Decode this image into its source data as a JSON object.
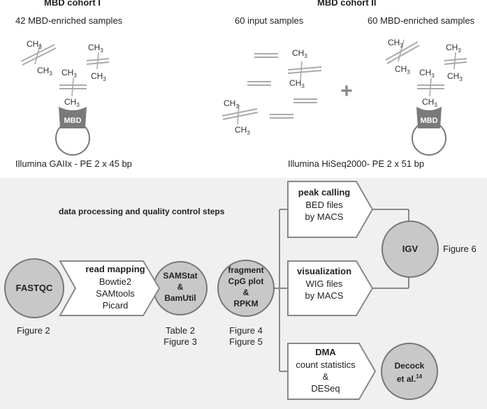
{
  "cohort1": {
    "title": "MBD cohort I",
    "samples": "42 MBD-enriched samples",
    "platform": "Illumina GAIIx - PE 2 x 45 bp",
    "mbd_label": "MBD"
  },
  "cohort2": {
    "title": "MBD cohort II",
    "input_samples": "60 input samples",
    "enriched_samples": "60 MBD-enriched samples",
    "platform": "Illumina HiSeq2000- PE 2 x 51 bp",
    "mbd_label": "MBD",
    "plus_symbol": "+"
  },
  "methyl": {
    "main": "CH",
    "sub": "3"
  },
  "workflow": {
    "heading": "data processing and quality control steps",
    "fastqc": "FASTQC",
    "fastqc_ref": "Figure 2",
    "read_mapping": {
      "title": "read mapping",
      "lines": [
        "Bowtie2",
        "SAMtools",
        "Picard"
      ]
    },
    "samstat": {
      "lines": [
        "SAMStat",
        "&",
        "BamUtil"
      ]
    },
    "samstat_ref": [
      "Table 2",
      "Figure 3"
    ],
    "fragment": {
      "lines": [
        "fragment",
        "CpG plot",
        "&",
        "RPKM"
      ]
    },
    "fragment_ref": [
      "Figure 4",
      "Figure 5"
    ],
    "peak_calling": {
      "title": "peak calling",
      "lines": [
        "BED files",
        "by MACS"
      ]
    },
    "visualization": {
      "title": "visualization",
      "lines": [
        "WIG files",
        "by MACS"
      ]
    },
    "dma": {
      "title": "DMA",
      "lines": [
        "count statistics",
        "&",
        "DESeq"
      ]
    },
    "igv": "IGV",
    "igv_ref": "Figure 6",
    "decock": {
      "main": "Decock",
      "line2": "et al.",
      "sup": "14"
    }
  },
  "colors": {
    "node_fill": "#c8c8c8",
    "node_stroke": "#777777",
    "arrow_fill": "#ffffff",
    "panel": "#f0f0f0",
    "dna": "#aaaaaa"
  }
}
